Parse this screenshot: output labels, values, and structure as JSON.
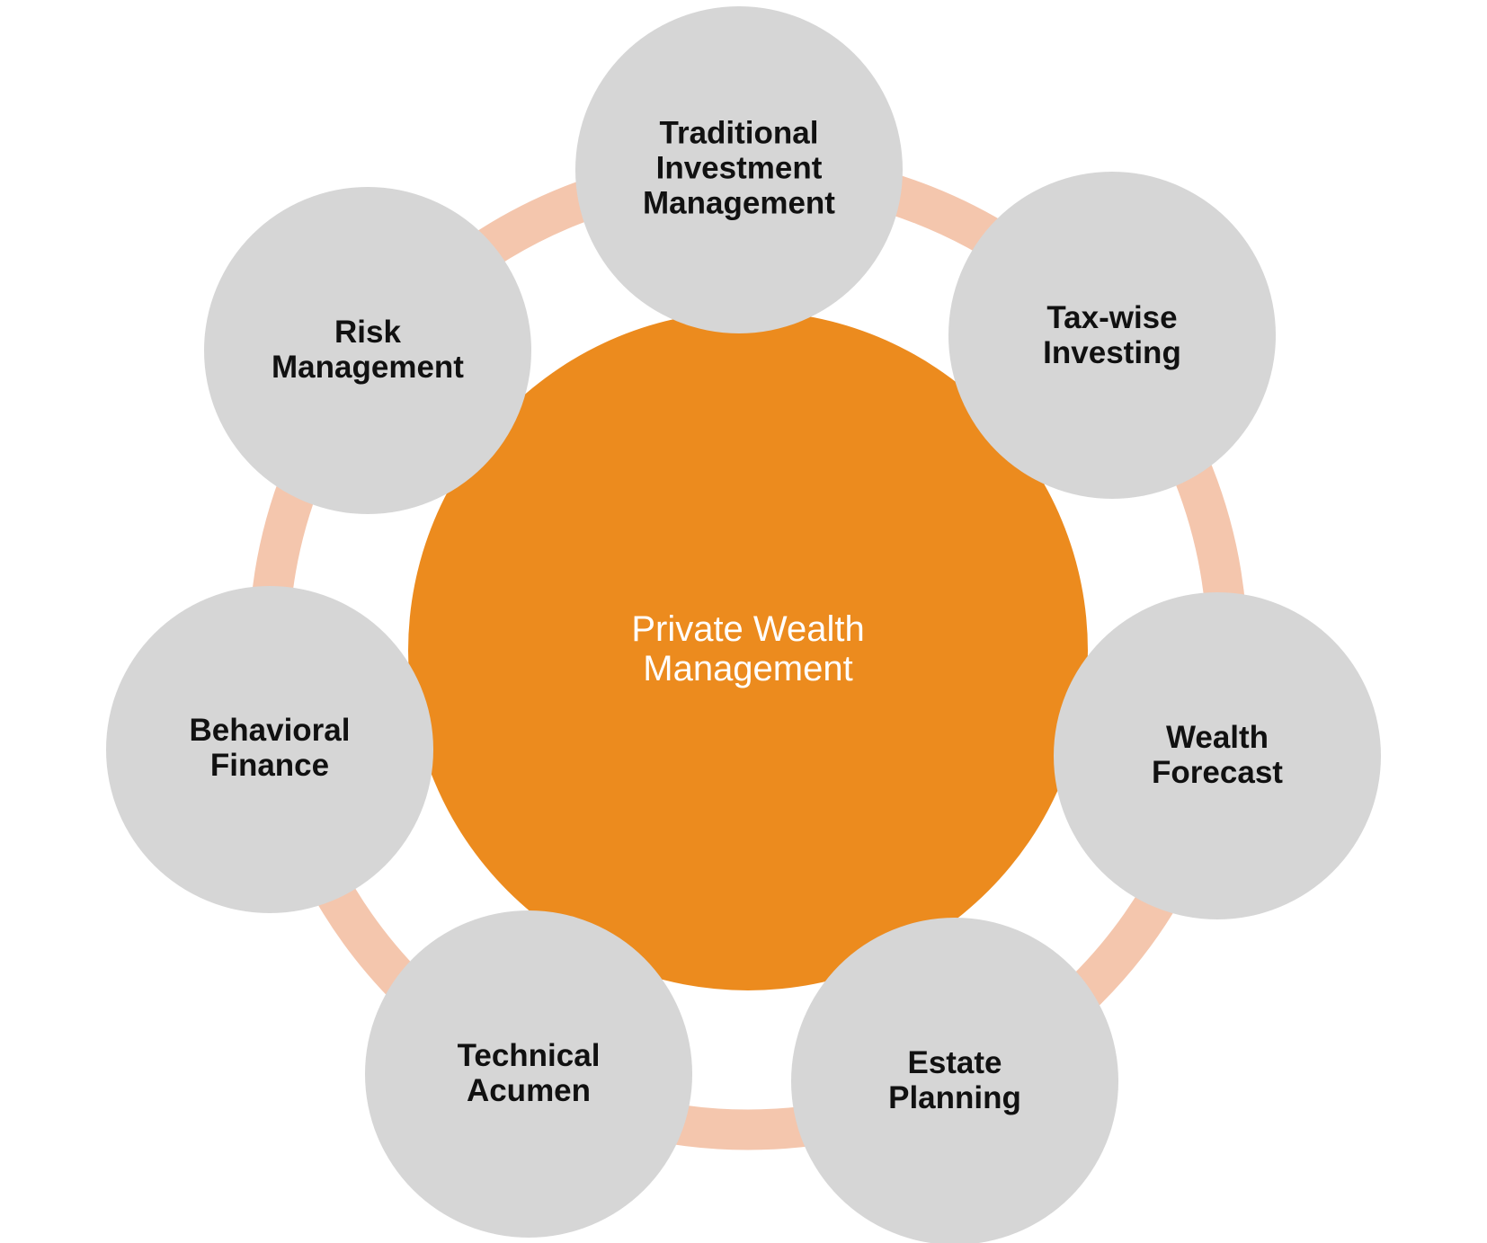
{
  "colors": {
    "ring": "#F4C6AD",
    "center": "#EC8B1E",
    "satellite": "#D6D6D6",
    "center_text": "#FFFFFF",
    "satellite_text": "#111111"
  },
  "center": {
    "line1": "Private Wealth",
    "line2": "Management"
  },
  "satellites": [
    {
      "line1": "Traditional",
      "line2": "Investment",
      "line3": "Management"
    },
    {
      "line1": "Tax-wise",
      "line2": "Investing"
    },
    {
      "line1": "Wealth",
      "line2": "Forecast"
    },
    {
      "line1": "Estate",
      "line2": "Planning"
    },
    {
      "line1": "Technical",
      "line2": "Acumen"
    },
    {
      "line1": "Behavioral",
      "line2": "Finance"
    },
    {
      "line1": "Risk",
      "line2": "Management"
    }
  ]
}
